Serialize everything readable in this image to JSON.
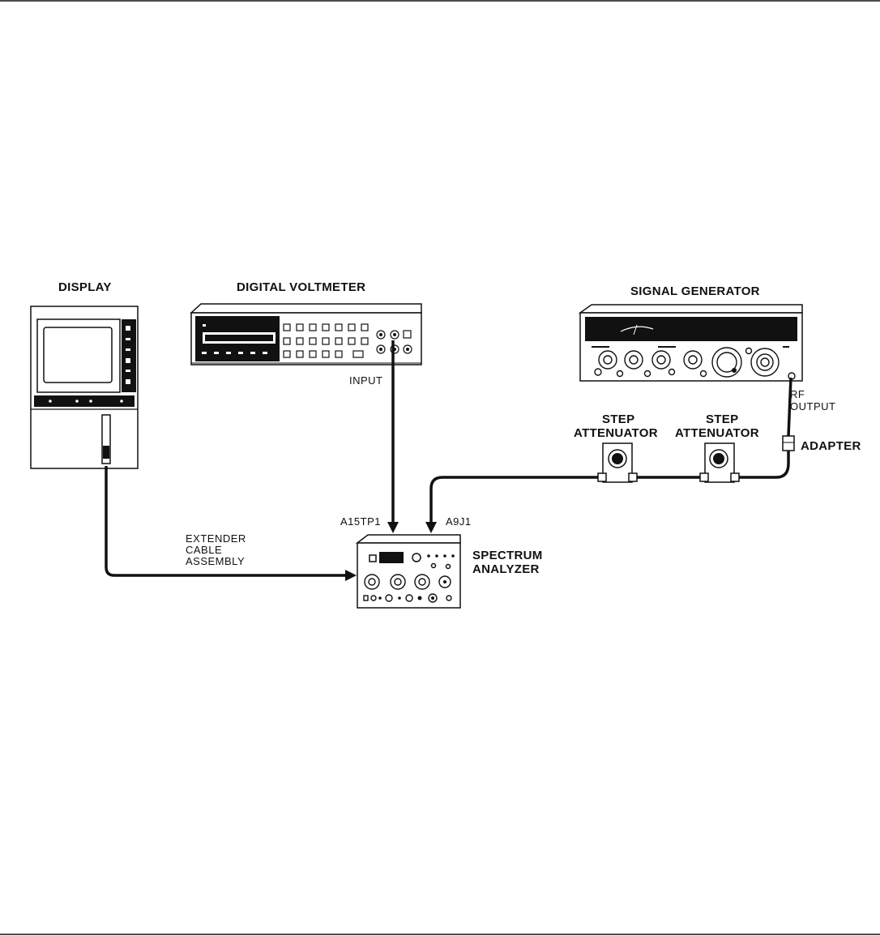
{
  "labels": {
    "display": "DISPLAY",
    "digital_voltmeter": "DIGITAL VOLTMETER",
    "signal_generator": "SIGNAL GENERATOR",
    "input": "INPUT",
    "rf_output_line1": "RF",
    "rf_output_line2": "OUTPUT",
    "step_attenuator_1_line1": "STEP",
    "step_attenuator_1_line2": "ATTENUATOR",
    "step_attenuator_2_line1": "STEP",
    "step_attenuator_2_line2": "ATTENUATOR",
    "adapter": "ADAPTER",
    "a15tp1": "A15TP1",
    "a9j1": "A9J1",
    "extender_line1": "EXTENDER",
    "extender_line2": "CABLE",
    "extender_line3": "ASSEMBLY",
    "spectrum_analyzer_line1": "SPECTRUM",
    "spectrum_analyzer_line2": "ANALYZER"
  }
}
